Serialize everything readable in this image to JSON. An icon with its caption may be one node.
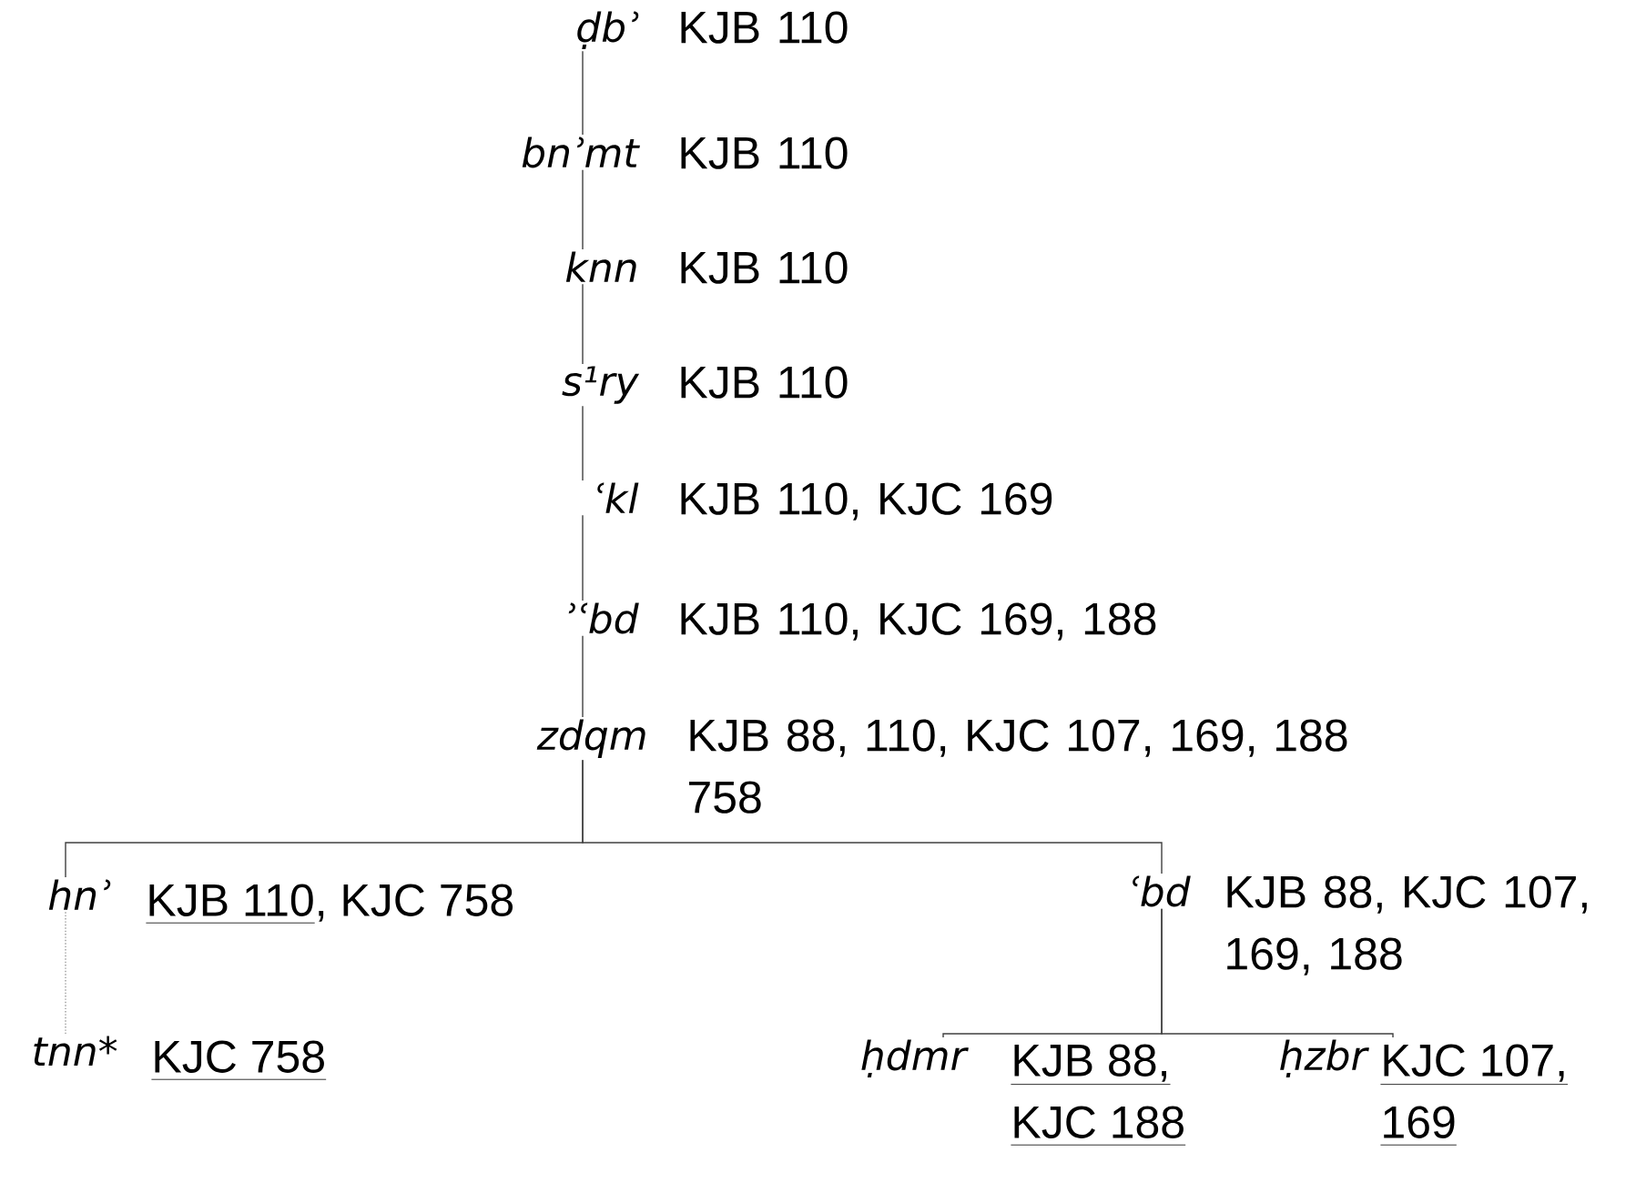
{
  "diagram": {
    "nodes": [
      {
        "text": [
          "ḍbʾ"
        ],
        "beside": [
          "KJB 110"
        ]
      },
      {
        "text": [
          "bnʾmt"
        ],
        "beside": [
          "KJB 110"
        ]
      },
      {
        "text": [
          "knn"
        ],
        "beside": [
          "KJB 110"
        ]
      },
      {
        "text": [
          "s¹ry"
        ],
        "beside": [
          "KJB 110"
        ]
      },
      {
        "text": [
          "ʿkl"
        ],
        "beside": [
          "KJB 110, KJC 169"
        ]
      },
      {
        "text": [
          "ʾʿbd"
        ],
        "beside": [
          "KJB 110, KJC 169, 188"
        ]
      },
      {
        "text": [
          "zdqm"
        ],
        "beside": [
          "KJB 88, 110, KJC 107, 169, 188 758"
        ]
      },
      {
        "text": [
          "hnʾ"
        ],
        "beside": [
          "KJB 110",
          ", KJC 758"
        ]
      },
      {
        "text": [
          "ʿbd"
        ],
        "beside": [
          "KJB 88, KJC 107, 169, 188"
        ]
      },
      {
        "text": [
          "tnn*"
        ],
        "beside": [
          "KJC 758"
        ]
      },
      {
        "text": [
          "ḥdmr"
        ],
        "beside": [
          "KJB 88, KJC 188"
        ]
      },
      {
        "text": [
          "ḥzbr"
        ],
        "beside": [
          "KJC 107, 169"
        ]
      }
    ],
    "edges": [
      {
        "from": 0,
        "to": 1,
        "arrow": "none"
      },
      {
        "from": 1,
        "to": 2,
        "arrow": "none"
      },
      {
        "from": 2,
        "to": 3,
        "arrow": "none"
      },
      {
        "from": 3,
        "to": 4,
        "arrow": "none"
      },
      {
        "from": 4,
        "to": 5,
        "arrow": "none"
      },
      {
        "from": 5,
        "to": 6,
        "arrow": "none"
      },
      {
        "from": 6,
        "to": 7,
        "arrow": "none"
      },
      {
        "from": 6,
        "to": 8,
        "arrow": "none"
      },
      {
        "from": 7,
        "to": 9,
        "arrow": "none",
        "style": "dashed",
        "color": "#999999"
      },
      {
        "from": 8,
        "to": 10,
        "arrow": "none"
      },
      {
        "from": 8,
        "to": 11,
        "arrow": "none"
      }
    ]
  }
}
